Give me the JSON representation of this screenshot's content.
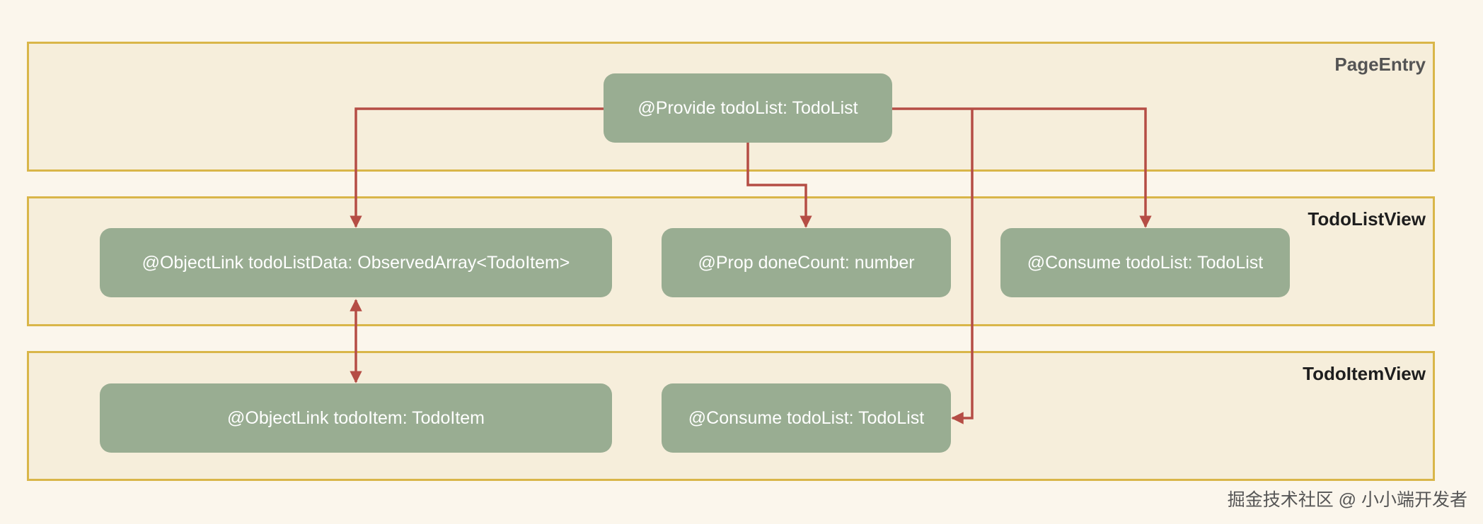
{
  "groups": {
    "page_entry": "PageEntry",
    "todo_list_view": "TodoListView",
    "todo_item_view": "TodoItemView"
  },
  "nodes": {
    "provide_todolist": "@Provide todoList: TodoList",
    "objectlink_todolistdata": "@ObjectLink todoListData: ObservedArray<TodoItem>",
    "prop_donecount": "@Prop doneCount: number",
    "consume_todolist_listview": "@Consume todoList: TodoList",
    "objectlink_todoitem": "@ObjectLink todoItem: TodoItem",
    "consume_todolist_itemview": "@Consume todoList: TodoList"
  },
  "watermark": "掘金技术社区 @ 小小端开发者",
  "colors": {
    "background": "#fbf6ec",
    "group_fill": "#f6eedb",
    "group_border": "#d9b649",
    "node_fill": "#99ad92",
    "node_text": "#ffffff",
    "edge": "#b54d45"
  }
}
